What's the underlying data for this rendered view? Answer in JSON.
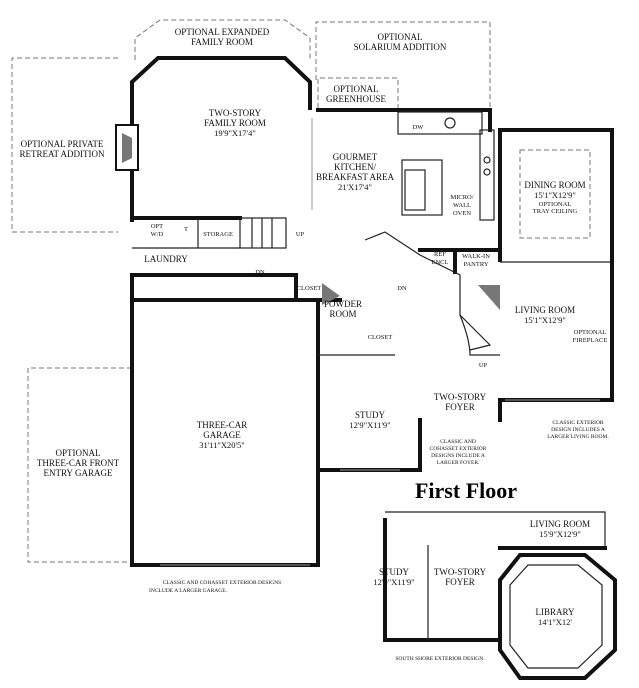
{
  "title": "First Floor",
  "labels": {
    "expanded_family_1": "OPTIONAL EXPANDED",
    "expanded_family_2": "FAMILY ROOM",
    "solarium_1": "OPTIONAL",
    "solarium_2": "SOLARIUM ADDITION",
    "greenhouse_1": "OPTIONAL",
    "greenhouse_2": "GREENHOUSE",
    "retreat_1": "OPTIONAL PRIVATE",
    "retreat_2": "RETREAT ADDITION",
    "family_1": "TWO-STORY",
    "family_2": "FAMILY ROOM",
    "family_dim": "19'9\"X17'4\"",
    "kitchen_1": "GOURMET",
    "kitchen_2": "KITCHEN/",
    "kitchen_3": "BREAKFAST AREA",
    "kitchen_dim": "21'X17'4\"",
    "dw": "DW",
    "micro_1": "MICRO/",
    "micro_2": "WALL",
    "micro_3": "OVEN",
    "dining": "DINING ROOM",
    "dining_dim": "15'1\"X12'9\"",
    "dining_opt_1": "OPTIONAL",
    "dining_opt_2": "TRAY CEILING",
    "opt_wd_1": "OPT",
    "opt_wd_2": "W/D",
    "t": "T",
    "storage": "STORAGE",
    "up": "UP",
    "laundry": "LAUNDRY",
    "dn": "DN",
    "closet": "CLOSET",
    "ref_1": "REF",
    "ref_2": "ENCL",
    "walkin_1": "WALK-IN",
    "walkin_2": "PANTRY",
    "powder_1": "POWDER",
    "powder_2": "ROOM",
    "living": "LIVING ROOM",
    "living_dim": "15'1\"X12'9\"",
    "fireplace_1": "OPTIONAL",
    "fireplace_2": "FIREPLACE",
    "garage_1": "THREE-CAR",
    "garage_2": "GARAGE",
    "garage_dim": "31'11\"X20'5\"",
    "front_garage_1": "OPTIONAL",
    "front_garage_2": "THREE-CAR FRONT",
    "front_garage_3": "ENTRY GARAGE",
    "study": "STUDY",
    "study_dim": "12'9\"X11'9\"",
    "foyer_1": "TWO-STORY",
    "foyer_2": "FOYER",
    "classic_foyer_1": "CLASSIC AND",
    "classic_foyer_2": "COHASSET EXTERIOR",
    "classic_foyer_3": "DESIGNS INCLUDE A",
    "classic_foyer_4": "LARGER FOYER.",
    "classic_living_1": "CLASSIC EXTERIOR",
    "classic_living_2": "DESIGN INCLUDES A",
    "classic_living_3": "LARGER LIVING ROOM.",
    "garage_note_1": "CLASSIC AND COHASSET EXTERIOR DESIGNS",
    "garage_note_2": "INCLUDE A LARGER GARAGE.",
    "alt_living": "LIVING ROOM",
    "alt_living_dim": "15'9\"X12'9\"",
    "alt_study": "STUDY",
    "alt_study_dim": "12'9\"X11'9\"",
    "alt_foyer_1": "TWO-STORY",
    "alt_foyer_2": "FOYER",
    "library": "LIBRARY",
    "library_dim": "14'1\"X12'",
    "south_shore": "SOUTH SHORE EXTERIOR DESIGN."
  }
}
